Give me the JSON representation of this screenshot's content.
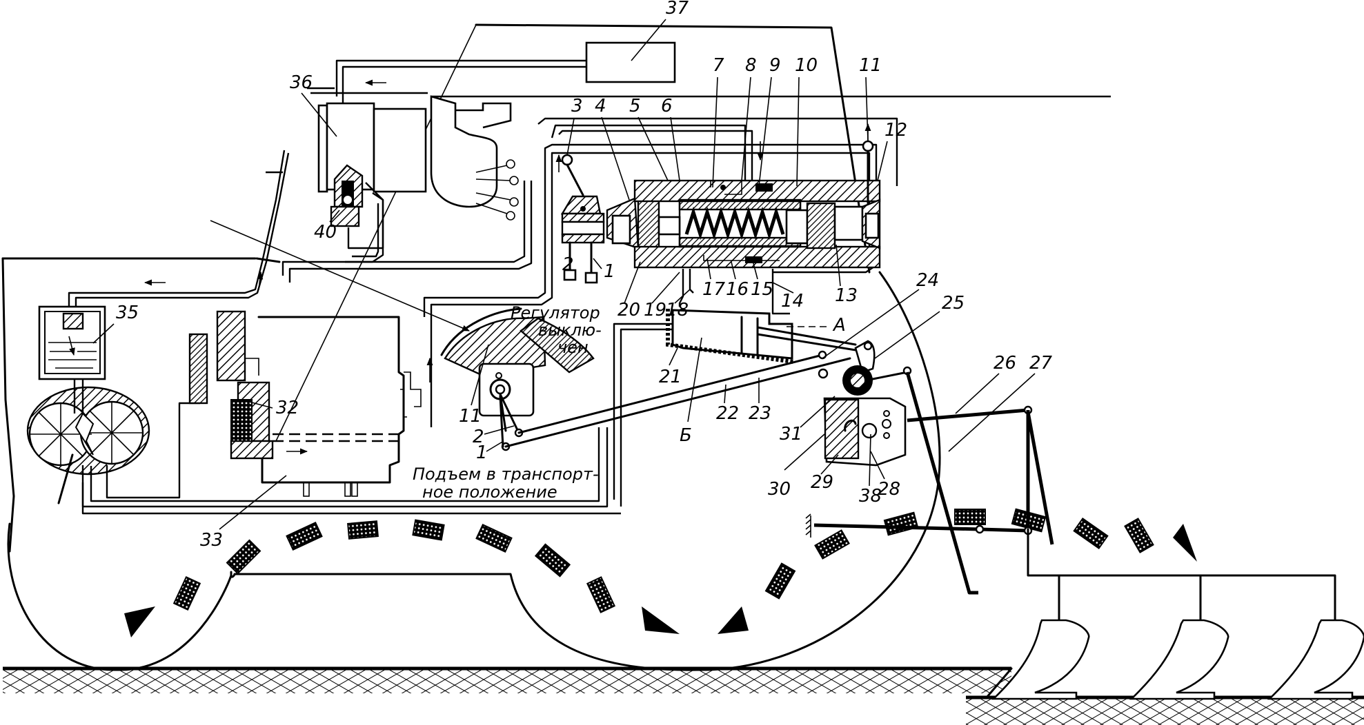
{
  "diagram": {
    "subject": "Tractor hydraulic hitch system with mounted plow",
    "labels": {
      "n1": "1",
      "n2": "2",
      "n3": "3",
      "n4": "4",
      "n5": "5",
      "n6": "6",
      "n7": "7",
      "n8": "8",
      "n9": "9",
      "n10": "10",
      "n11": "11",
      "n12": "12",
      "n13": "13",
      "n14": "14",
      "n15": "15",
      "n16": "16",
      "n17": "17",
      "n18": "18",
      "n19": "19",
      "n20": "20",
      "n21": "21",
      "n22": "22",
      "n23": "23",
      "n24": "24",
      "n25": "25",
      "n26": "26",
      "n27": "27",
      "n28": "28",
      "n29": "29",
      "n30": "30",
      "n31": "31",
      "n32": "32",
      "n33": "33",
      "n35": "35",
      "n36": "36",
      "n37": "37",
      "n38": "38",
      "n40": "40",
      "lever_11": "11",
      "lever_2": "2",
      "lever_1": "1",
      "point_A": "A",
      "chamber_B": "Б"
    },
    "captions": {
      "regulator_line1": "Регулятор",
      "regulator_line2": "выклю-",
      "regulator_line3": "чен",
      "transport_line1": "Подъем  в  транспорт-",
      "transport_line2": "ное    положение"
    },
    "components": [
      "gear-pump",
      "oil-tank",
      "distributor",
      "hydraulic-cylinder",
      "control-lever-sector",
      "spool-valve",
      "lift-linkage",
      "plow-bodies",
      "ground"
    ]
  }
}
